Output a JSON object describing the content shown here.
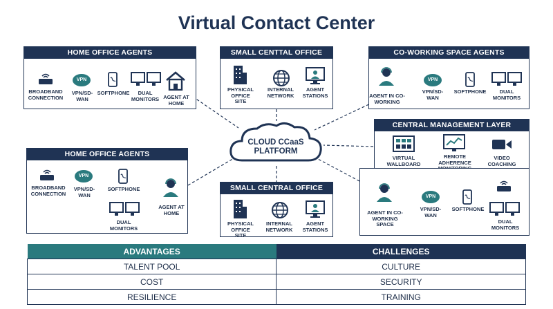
{
  "title": "Virtual Contact Center",
  "cloud": {
    "line1": "CLOUD CCaaS",
    "line2": "PLATFORM"
  },
  "panels": {
    "home1": {
      "title": "HOME OFFICE AGENTS",
      "broadband": "BROADBAND CONNECTION",
      "vpn_badge": "VPN",
      "vpn": "VPN/SD-WAN",
      "softphone": "SOFTPHONE",
      "dual": "DUAL MONITORS",
      "agent": "AGENT AT HOME"
    },
    "office1": {
      "title": "SMALL CENTTAL OFFICE",
      "site": "PHYSICAL OFFICE SITE",
      "network": "INTERNAL NETWORK",
      "stations": "AGENT STATIONS"
    },
    "cowork1": {
      "title": "CO-WORKING SPACE AGENTS",
      "agent": "AGENT IN CO-WORKING",
      "vpn_badge": "VPN",
      "vpn": "VPN/SD-WAN",
      "softphone": "SOFTPHONE",
      "dual": "DUAL MONITORS"
    },
    "mgmt": {
      "title": "CENTRAL MANAGEMENT LAYER",
      "wallboard": "VIRTUAL WALLBOARD",
      "adherence": "REMOTE ADHERENCE MONITORING",
      "coaching": "VIDEO COACHING SESSIONS"
    },
    "home2": {
      "title": "HOME OFFICE AGENTS",
      "broadband": "BROADBAND CONNECTION",
      "vpn_badge": "VPN",
      "vpn": "VPN/SD-WAN",
      "softphone": "SOFTPHONE",
      "dual": "DUAL MONITORS",
      "agent": "AGENT AT HOME"
    },
    "office2": {
      "title": "SMALL CENTRAL OFFICE",
      "site": "PHYSICAL OFFICE SITE",
      "network": "INTERNAL NETWORK",
      "stations": "AGENT STATIONS"
    },
    "cowork2": {
      "agent": "AGENT IN CO-WORKING SPACE",
      "vpn_badge": "VPN",
      "vpn": "VPN/SD-WAN",
      "softphone": "SOFTPHONE",
      "dual": "DUAL MONITORS"
    }
  },
  "table": {
    "headers": {
      "advantages": "ADVANTAGES",
      "challenges": "CHALLENGES"
    },
    "rows": [
      {
        "adv": "TALENT POOL",
        "chl": "CULTURE"
      },
      {
        "adv": "COST",
        "chl": "SECURITY"
      },
      {
        "adv": "RESILIENCE",
        "chl": "TRAINING"
      }
    ]
  },
  "colors": {
    "navy": "#1f3354",
    "teal": "#2a7a7e"
  }
}
